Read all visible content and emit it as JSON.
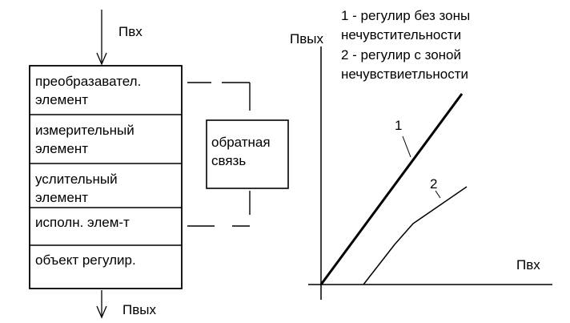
{
  "block_diagram": {
    "input_label": "Пвх",
    "output_label": "Пвых",
    "blocks": [
      "преобразавател.\nэлемент",
      "измерительный\nэлемент",
      "услительный\nэлемент",
      "исполн. элем-т",
      "объект регулир."
    ],
    "feedback_label": "обратная\nсвязь"
  },
  "chart_data": {
    "type": "line",
    "xlabel": "Пвх",
    "ylabel": "Пвых",
    "legend": [
      "1 - регулир без зоны",
      "нечувстительности",
      "2 - регулир с зоной",
      "нечувствиетльности"
    ],
    "series": [
      {
        "name": "1",
        "points": [
          [
            0,
            0
          ],
          [
            176,
            238
          ]
        ]
      },
      {
        "name": "2",
        "points": [
          [
            53,
            0
          ],
          [
            92,
            50
          ],
          [
            115,
            76
          ],
          [
            182,
            122
          ]
        ]
      }
    ],
    "xlim": [
      0,
      290
    ],
    "ylim": [
      0,
      310
    ]
  }
}
